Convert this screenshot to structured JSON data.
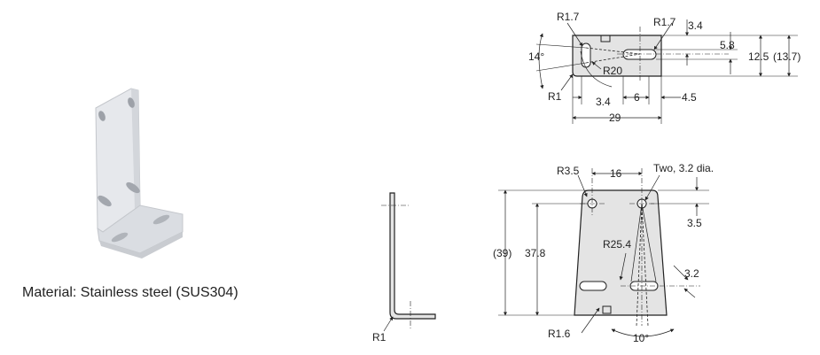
{
  "material": "Material: Stainless steel (SUS304)",
  "top_view": {
    "r_left": "R1.7",
    "r_right": "R1.7",
    "angle": "14°",
    "r_arc": "R20",
    "r_corner": "R1",
    "dim_3_4_bottom": "3.4",
    "dim_6": "6",
    "dim_4_5": "4.5",
    "dim_29": "29",
    "dim_3_4_top": "3.4",
    "dim_5_8": "5.8",
    "dim_12_5": "12.5",
    "dim_13_7": "(13.7)"
  },
  "side_view": {
    "r_bend": "R1"
  },
  "front_view": {
    "r_corner": "R3.5",
    "dim_16": "16",
    "holes": "Two, 3.2 dia.",
    "dim_3_5": "3.5",
    "dim_39": "(39)",
    "dim_37_8": "37.8",
    "r_arc": "R25.4",
    "dim_3_2": "3.2",
    "r_slot": "R1.6",
    "angle": "10°"
  }
}
